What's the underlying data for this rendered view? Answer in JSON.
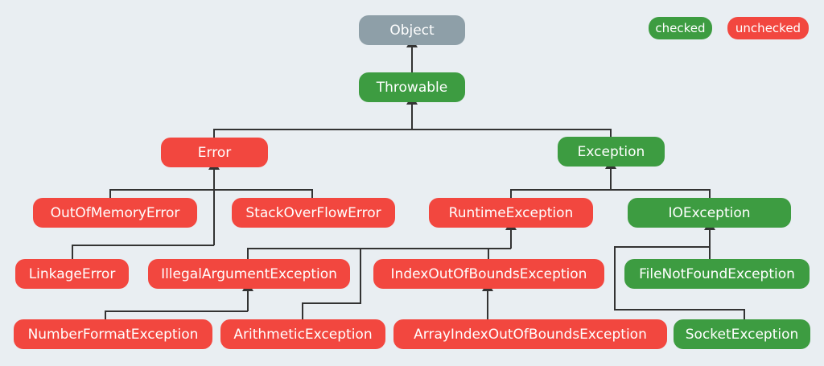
{
  "legend": {
    "checked": {
      "label": "checked",
      "color": "#3d9c41"
    },
    "unchecked": {
      "label": "unchecked",
      "color": "#f2473f"
    }
  },
  "colors": {
    "neutral": "#8e9fa8",
    "checked": "#3d9c41",
    "unchecked": "#f2473f",
    "connector": "#333333",
    "background": "#e9eef2"
  },
  "nodes": {
    "object": {
      "label": "Object",
      "kind": "neutral"
    },
    "throwable": {
      "label": "Throwable",
      "kind": "checked"
    },
    "error": {
      "label": "Error",
      "kind": "unchecked"
    },
    "exception": {
      "label": "Exception",
      "kind": "checked"
    },
    "out_of_memory_error": {
      "label": "OutOfMemoryError",
      "kind": "unchecked"
    },
    "stack_overflow_error": {
      "label": "StackOverFlowError",
      "kind": "unchecked"
    },
    "runtime_exception": {
      "label": "RuntimeException",
      "kind": "unchecked"
    },
    "io_exception": {
      "label": "IOException",
      "kind": "checked"
    },
    "linkage_error": {
      "label": "LinkageError",
      "kind": "unchecked"
    },
    "illegal_argument_exception": {
      "label": "IllegalArgumentException",
      "kind": "unchecked"
    },
    "index_out_of_bounds_exception": {
      "label": "IndexOutOfBoundsException",
      "kind": "unchecked"
    },
    "file_not_found_exception": {
      "label": "FileNotFoundException",
      "kind": "checked"
    },
    "number_format_exception": {
      "label": "NumberFormatException",
      "kind": "unchecked"
    },
    "arithmetic_exception": {
      "label": "ArithmeticException",
      "kind": "unchecked"
    },
    "array_index_out_of_bounds_exception": {
      "label": "ArrayIndexOutOfBoundsException",
      "kind": "unchecked"
    },
    "socket_exception": {
      "label": "SocketException",
      "kind": "checked"
    }
  },
  "edges": [
    {
      "child": "throwable",
      "parent": "object"
    },
    {
      "child": "error",
      "parent": "throwable"
    },
    {
      "child": "exception",
      "parent": "throwable"
    },
    {
      "child": "out_of_memory_error",
      "parent": "error"
    },
    {
      "child": "stack_overflow_error",
      "parent": "error"
    },
    {
      "child": "linkage_error",
      "parent": "error"
    },
    {
      "child": "runtime_exception",
      "parent": "exception"
    },
    {
      "child": "io_exception",
      "parent": "exception"
    },
    {
      "child": "illegal_argument_exception",
      "parent": "runtime_exception"
    },
    {
      "child": "arithmetic_exception",
      "parent": "runtime_exception"
    },
    {
      "child": "index_out_of_bounds_exception",
      "parent": "runtime_exception"
    },
    {
      "child": "number_format_exception",
      "parent": "illegal_argument_exception"
    },
    {
      "child": "array_index_out_of_bounds_exception",
      "parent": "index_out_of_bounds_exception"
    },
    {
      "child": "file_not_found_exception",
      "parent": "io_exception"
    },
    {
      "child": "socket_exception",
      "parent": "io_exception"
    }
  ]
}
